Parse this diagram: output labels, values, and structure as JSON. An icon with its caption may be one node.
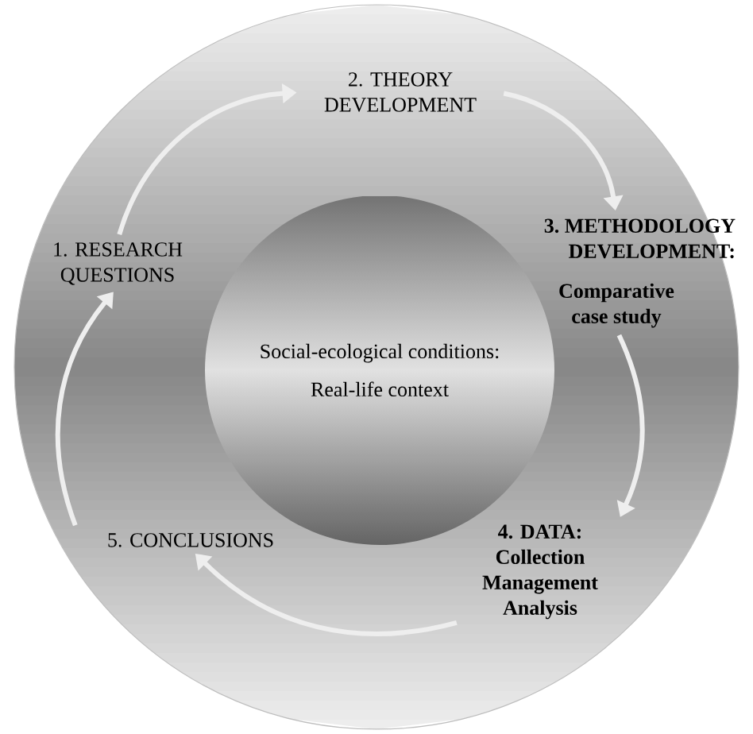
{
  "diagram": {
    "nodes": [
      {
        "text": [],
        "shape": "circle"
      },
      {
        "text": [
          "Social-ecological conditions:",
          "Real-life context"
        ],
        "in": 0
      },
      {
        "text": [
          "1. RESEARCH QUESTIONS"
        ],
        "in": 0
      },
      {
        "text": [
          "2. THEORY DEVELOPMENT"
        ],
        "in": 0
      },
      {
        "text": [
          "3. METHODOLOGY DEVELOPMENT:",
          "Comparative case study"
        ],
        "in": 0
      },
      {
        "text": [
          "4. DATA:",
          "Collection Management Analysis"
        ],
        "in": 0
      },
      {
        "text": [
          "5. CONCLUSIONS"
        ],
        "in": 0
      }
    ],
    "edges": [
      {
        "from": 2,
        "to": 3,
        "arrow": "to"
      },
      {
        "from": 3,
        "to": 4,
        "arrow": "to"
      },
      {
        "from": 4,
        "to": 5,
        "arrow": "to"
      },
      {
        "from": 5,
        "to": 6,
        "arrow": "to"
      },
      {
        "from": 6,
        "to": 2,
        "arrow": "to"
      }
    ]
  }
}
